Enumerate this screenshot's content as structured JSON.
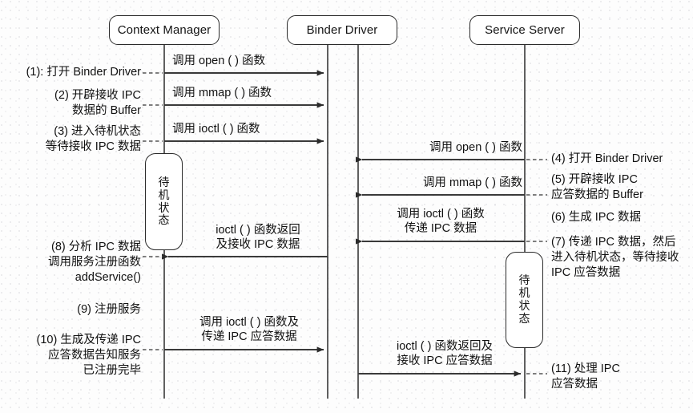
{
  "diagram": {
    "title": "Binder IPC service registration sequence",
    "type": "uml-sequence-diagram",
    "background_color": "#fdfdfd",
    "line_color": "#2b2b2b"
  },
  "actors": [
    {
      "id": "context-manager",
      "label": "Context Manager"
    },
    {
      "id": "binder-driver",
      "label": "Binder Driver"
    },
    {
      "id": "service-server",
      "label": "Service Server"
    }
  ],
  "activations": [
    {
      "id": "context-manager-waiting",
      "label": "待机状态",
      "chars": [
        "待",
        "机",
        "状",
        "态"
      ],
      "actor": "context-manager"
    },
    {
      "id": "service-server-waiting",
      "label": "待机状态",
      "chars": [
        "待",
        "机",
        "状",
        "态"
      ],
      "actor": "service-server"
    }
  ],
  "messages": [
    {
      "id": "m1",
      "label": "调用 open ( ) 函数",
      "from": "context-manager",
      "to": "binder-driver",
      "direction": "right"
    },
    {
      "id": "m2",
      "label": "调用 mmap ( ) 函数",
      "from": "context-manager",
      "to": "binder-driver",
      "direction": "right"
    },
    {
      "id": "m3",
      "label": "调用 ioctl ( ) 函数",
      "from": "context-manager",
      "to": "binder-driver",
      "direction": "right"
    },
    {
      "id": "m4",
      "label": "调用 open ( ) 函数",
      "from": "service-server",
      "to": "binder-driver",
      "direction": "left"
    },
    {
      "id": "m5",
      "label": "调用 mmap ( ) 函数",
      "from": "service-server",
      "to": "binder-driver",
      "direction": "left"
    },
    {
      "id": "m6",
      "label": "调用 ioctl ( ) 函数\n传递 IPC 数据",
      "from": "service-server",
      "to": "binder-driver",
      "direction": "left"
    },
    {
      "id": "m7",
      "label": "ioctl ( ) 函数返回\n及接收 IPC 数据",
      "from": "binder-driver",
      "to": "context-manager",
      "direction": "left"
    },
    {
      "id": "m8",
      "label": "调用 ioctl ( ) 函数及\n传递 IPC 应答数据",
      "from": "context-manager",
      "to": "binder-driver",
      "direction": "right"
    },
    {
      "id": "m9",
      "label": "ioctl ( ) 函数返回及\n接收 IPC 应答数据",
      "from": "binder-driver",
      "to": "service-server",
      "direction": "right"
    }
  ],
  "notes": [
    {
      "id": "n1",
      "number": "(1):",
      "text": "(1): 打开 Binder Driver",
      "side": "left"
    },
    {
      "id": "n2",
      "number": "(2)",
      "text": "(2) 开辟接收 IPC\n数据的 Buffer",
      "side": "left"
    },
    {
      "id": "n3",
      "number": "(3)",
      "text": "(3) 进入待机状态\n等待接收 IPC 数据",
      "side": "left"
    },
    {
      "id": "n4",
      "number": "(4)",
      "text": "(4) 打开 Binder Driver",
      "side": "right"
    },
    {
      "id": "n5",
      "number": "(5)",
      "text": "(5) 开辟接收 IPC\n应答数据的 Buffer",
      "side": "right"
    },
    {
      "id": "n6",
      "number": "(6)",
      "text": "(6) 生成 IPC 数据",
      "side": "right"
    },
    {
      "id": "n7",
      "number": "(7)",
      "text": "(7) 传递 IPC 数据，然后\n进入待机状态，等待接收\nIPC 应答数据",
      "side": "right"
    },
    {
      "id": "n8",
      "number": "(8)",
      "text": "(8) 分析 IPC 数据\n调用服务注册函数\naddService()",
      "side": "left"
    },
    {
      "id": "n9",
      "number": "(9)",
      "text": "(9) 注册服务",
      "side": "left"
    },
    {
      "id": "n10",
      "number": "(10)",
      "text": "(10) 生成及传递 IPC\n应答数据告知服务\n已注册完毕",
      "side": "left"
    },
    {
      "id": "n11",
      "number": "(11)",
      "text": "(11) 处理 IPC\n应答数据",
      "side": "right"
    }
  ]
}
